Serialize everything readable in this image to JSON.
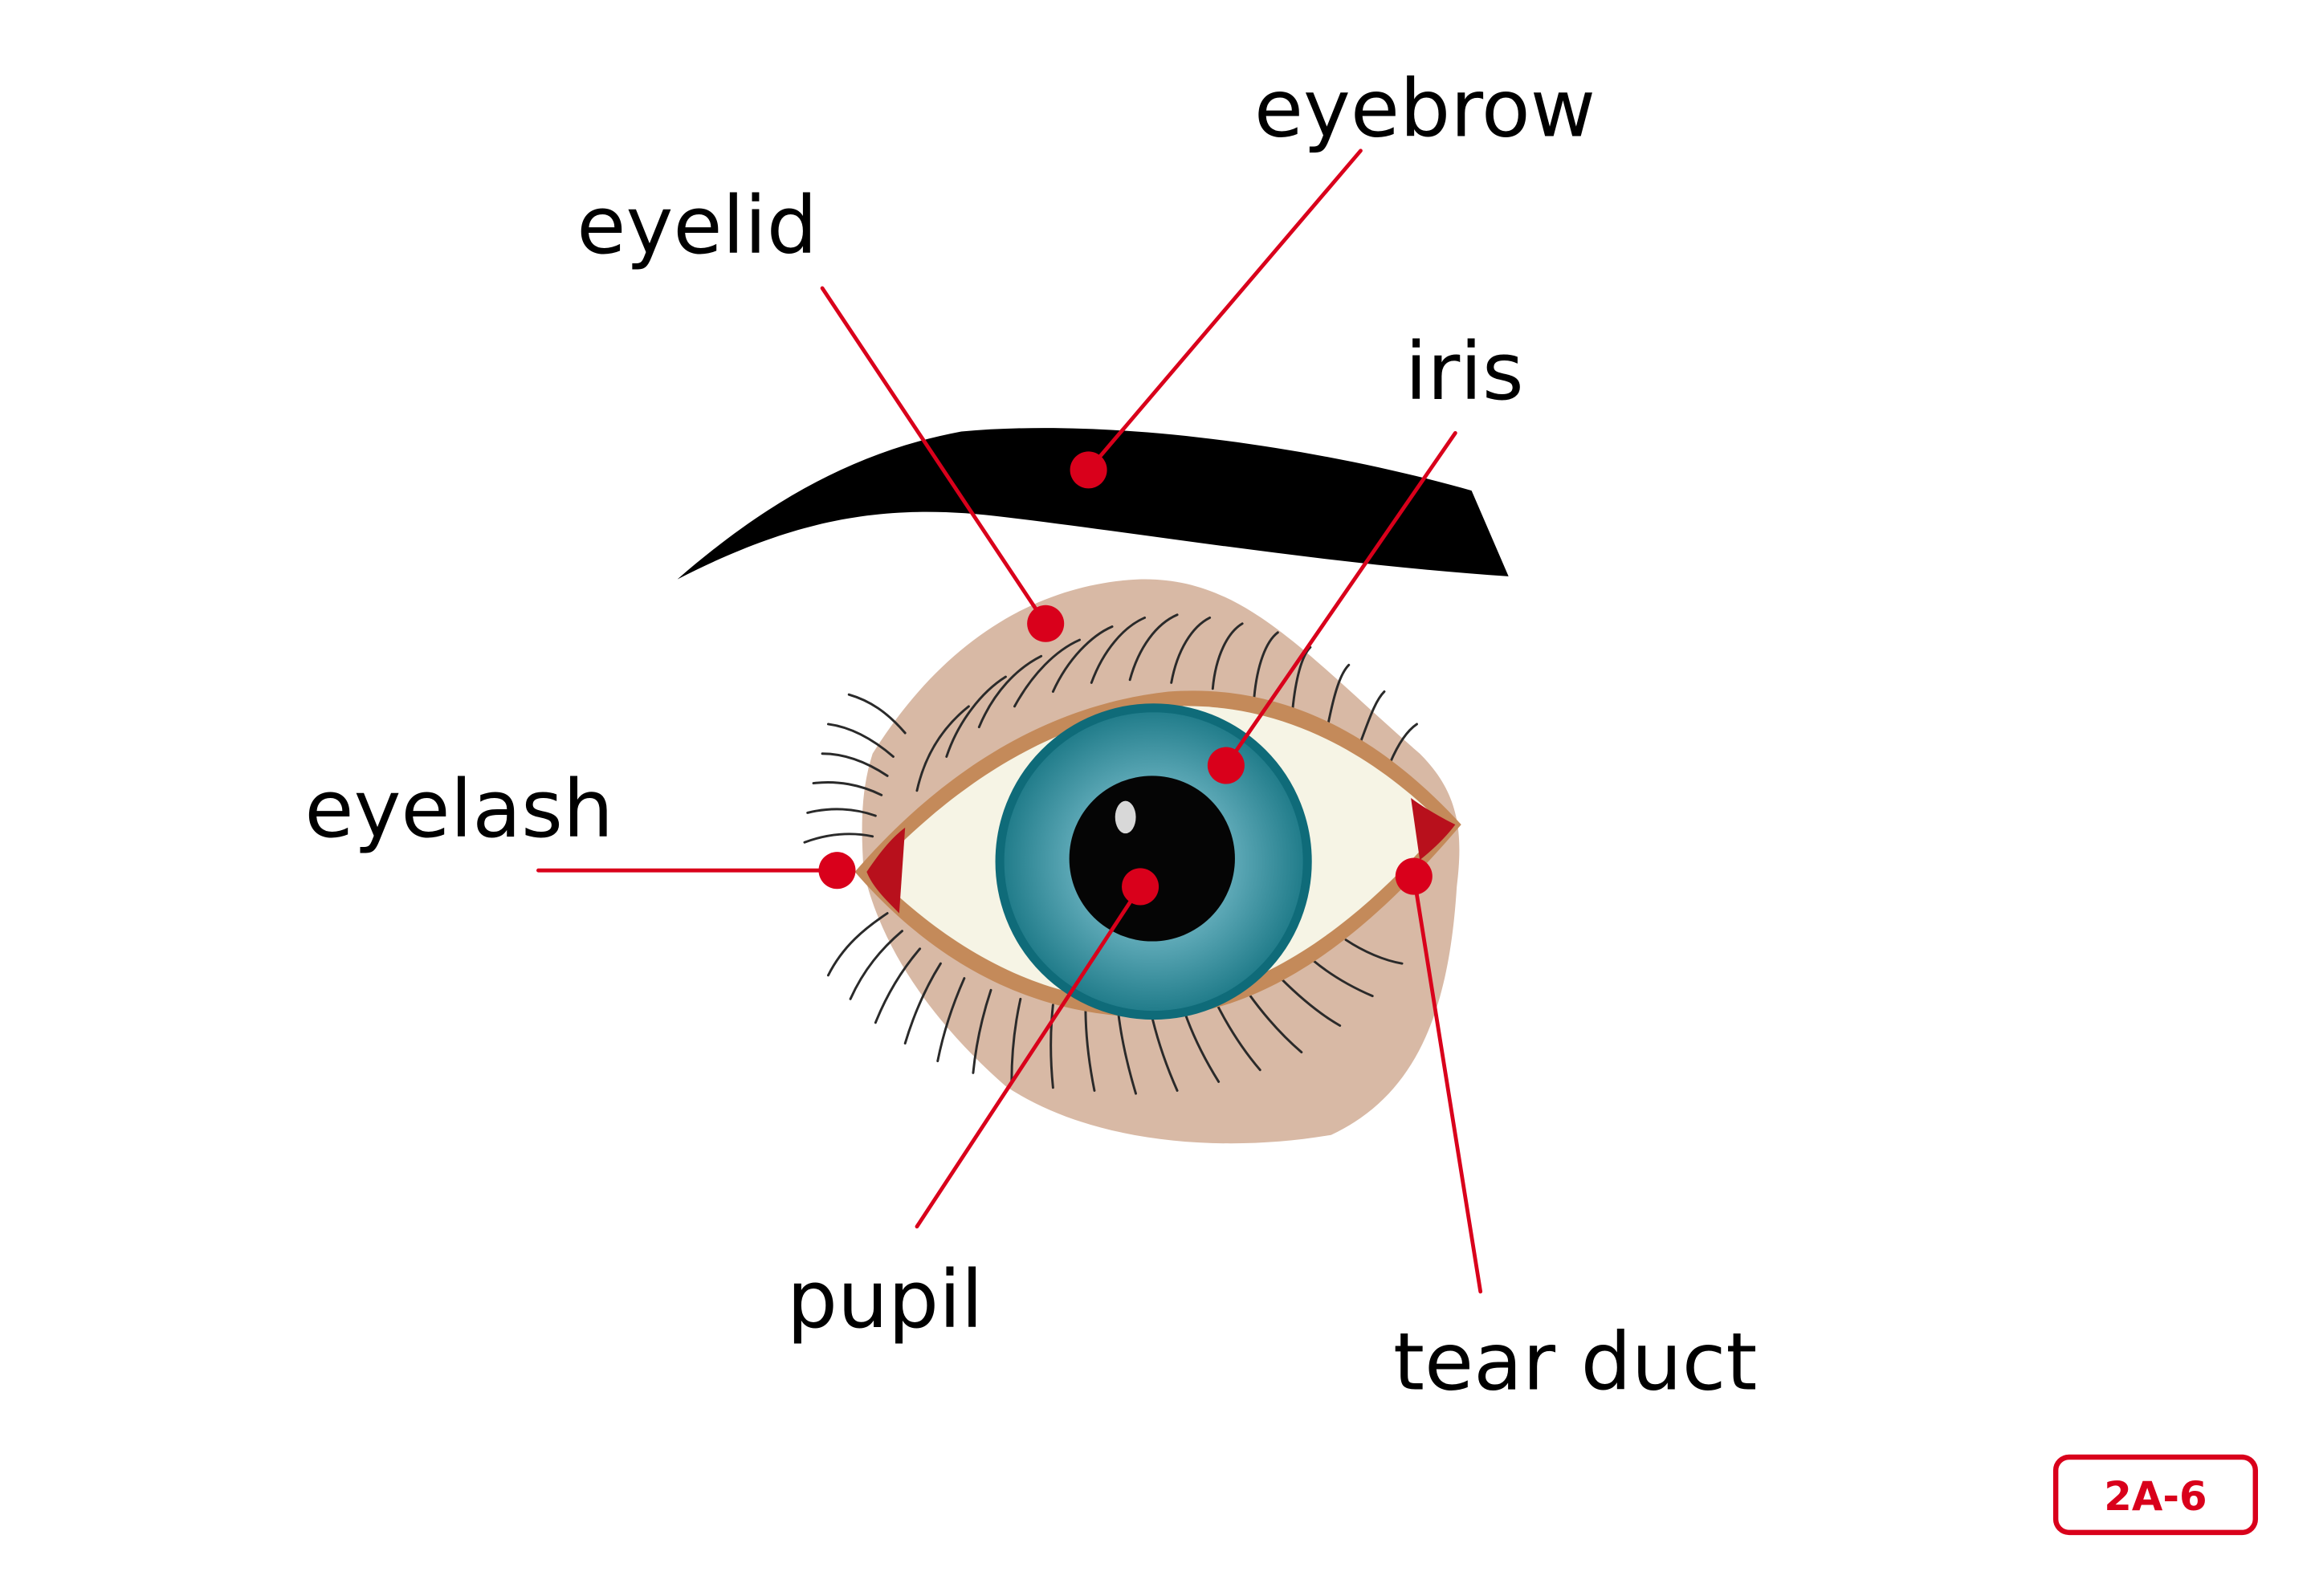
{
  "labels": {
    "eyebrow": "eyebrow",
    "eyelid": "eyelid",
    "iris": "iris",
    "eyelash": "eyelash",
    "pupil": "pupil",
    "tear_duct": "tear duct"
  },
  "badge": "2A-6",
  "colors": {
    "accent": "#d9001b",
    "eyelid_skin": "#d8b9a5",
    "lid_rim": "#c48a5a",
    "sclera": "#f6f4e5",
    "iris": "#2f8f9d",
    "pupil": "#050505",
    "eyebrow": "#000000",
    "caruncle": "#b8101c"
  },
  "icons": {
    "eye": "eye-illustration",
    "eyebrow": "eyebrow-shape"
  }
}
